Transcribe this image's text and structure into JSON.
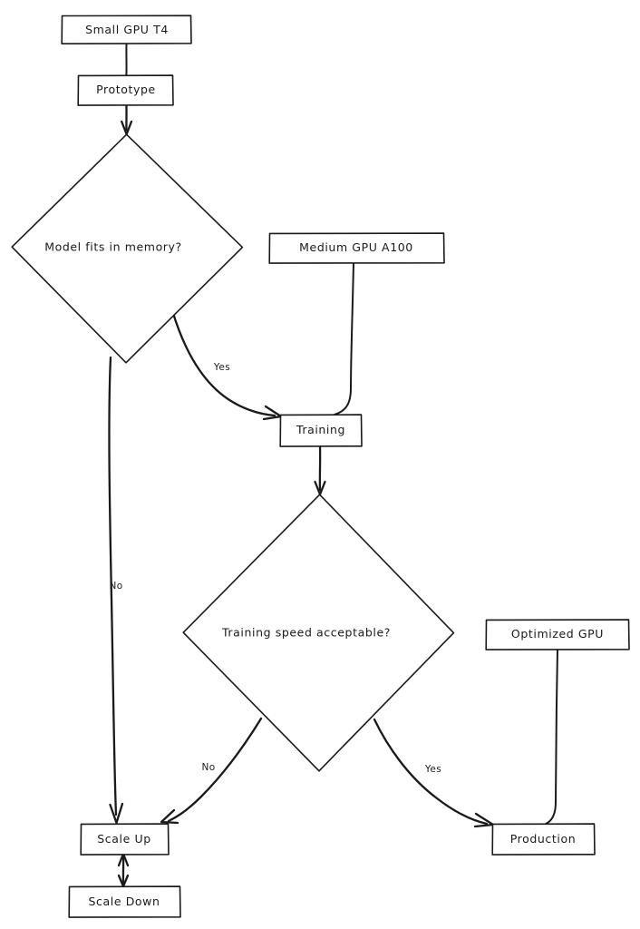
{
  "diagram": {
    "type": "flowchart",
    "style": "hand-drawn sketch",
    "background_color": "#ffffff",
    "stroke_color": "#1a1a1a",
    "nodes": [
      {
        "id": "small_gpu",
        "label": "Small GPU T4",
        "shape": "rectangle"
      },
      {
        "id": "prototype",
        "label": "Prototype",
        "shape": "rectangle"
      },
      {
        "id": "fits_memory",
        "label": "Model fits in memory?",
        "shape": "diamond"
      },
      {
        "id": "medium_gpu",
        "label": "Medium GPU A100",
        "shape": "rectangle"
      },
      {
        "id": "training",
        "label": "Training",
        "shape": "rectangle"
      },
      {
        "id": "speed_ok",
        "label": "Training speed acceptable?",
        "shape": "diamond"
      },
      {
        "id": "optimized_gpu",
        "label": "Optimized GPU",
        "shape": "rectangle"
      },
      {
        "id": "scale_up",
        "label": "Scale Up",
        "shape": "rectangle"
      },
      {
        "id": "scale_down",
        "label": "Scale Down",
        "shape": "rectangle"
      },
      {
        "id": "production",
        "label": "Production",
        "shape": "rectangle"
      }
    ],
    "edges": [
      {
        "from": "small_gpu",
        "to": "prototype",
        "label": "",
        "arrow": "none"
      },
      {
        "from": "prototype",
        "to": "fits_memory",
        "label": "",
        "arrow": "end"
      },
      {
        "from": "fits_memory",
        "to": "training",
        "label": "Yes",
        "arrow": "end"
      },
      {
        "from": "fits_memory",
        "to": "scale_up",
        "label": "No",
        "arrow": "end"
      },
      {
        "from": "medium_gpu",
        "to": "training",
        "label": "",
        "arrow": "none"
      },
      {
        "from": "training",
        "to": "speed_ok",
        "label": "",
        "arrow": "end"
      },
      {
        "from": "speed_ok",
        "to": "scale_up",
        "label": "No",
        "arrow": "end"
      },
      {
        "from": "speed_ok",
        "to": "production",
        "label": "Yes",
        "arrow": "end"
      },
      {
        "from": "optimized_gpu",
        "to": "production",
        "label": "",
        "arrow": "none"
      },
      {
        "from": "scale_up",
        "to": "scale_down",
        "label": "",
        "arrow": "both"
      }
    ],
    "edge_labels": {
      "fits_memory_yes": "Yes",
      "fits_memory_no": "No",
      "speed_ok_no": "No",
      "speed_ok_yes": "Yes"
    }
  }
}
